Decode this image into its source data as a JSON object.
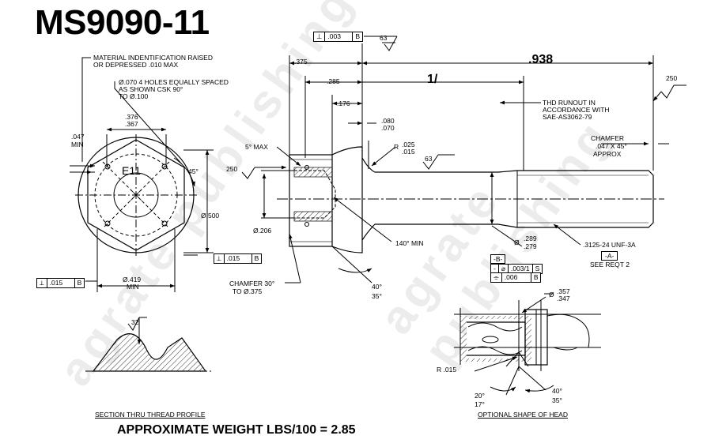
{
  "title": "MS9090-11",
  "weight_note": "APPROXIMATE WEIGHT LBS/100 = 2.85",
  "watermark": "agrate publishing",
  "end_view": {
    "material_note_1": "MATERIAL INDENTIFICATION RAISED",
    "material_note_2": "OR DEPRESSED .010 MAX",
    "holes_note_1": "Ø.070 4 HOLES EQUALLY SPACED",
    "holes_note_2": "AS SHOWN CSK 90°",
    "holes_note_3": "TO Ø.100",
    "flat_hi": ".376",
    "flat_lo": ".367",
    "edge_dim": ".047",
    "edge_min": "MIN",
    "marking": "E11",
    "angle": "45°",
    "dia_head": "Ø.500",
    "dia_min_val": "Ø.419",
    "dia_min_label": "MIN",
    "fcf_left": {
      "sym": "⟂",
      "val": ".015",
      "datum": "B"
    },
    "fcf_right": {
      "sym": "⟂",
      "val": ".015",
      "datum": "B"
    }
  },
  "side_view": {
    "fcf_top": {
      "sym": "⊥",
      "val": ".003",
      "datum": "B"
    },
    "finish_top": "63",
    "dim_375": ".375",
    "dim_285": ".285",
    "dim_176": ".176",
    "dim_080": ".080",
    "dim_070": ".070",
    "dim_938": ".938",
    "handwritten": "1/",
    "finish_250_right": "250",
    "finish_250_left": "250",
    "draft": "5° MAX",
    "radius_hi": ".025",
    "radius_lo": ".015",
    "radius_prefix": "R",
    "finish_63": "63",
    "dia_206": "Ø.206",
    "angle_140": "140° MIN",
    "chamfer_30_1": "CHAMFER 30°",
    "chamfer_30_2": "TO Ø.375",
    "angle_40": "40°",
    "angle_35": "35°",
    "thd_runout_1": "THD RUNOUT IN",
    "thd_runout_2": "ACCORDANCE WITH",
    "thd_runout_3": "SAE-AS3062-79",
    "chamfer_1": "CHAMFER",
    "chamfer_2": ".047 X 45°",
    "chamfer_3": "APPROX",
    "shank_dia_hi": ".289",
    "shank_dia_lo": ".279",
    "shank_dia_prefix": "Ø",
    "thread": ".3125-24 UNF-3A",
    "datum_a": "-A-",
    "see_req": "SEE REQT 2",
    "datum_b": "-B-",
    "fcf_pos_1": {
      "sym": "⌀",
      "val": ".003/1",
      "mod": "S"
    },
    "fcf_pos_2": {
      "sym": "⌯",
      "val": ".006",
      "datum": "B"
    },
    "fcf_pos_1_lead": "-"
  },
  "thread_section": {
    "finish": "32",
    "caption": "SECTION THRU THREAD PROFILE"
  },
  "optional_head": {
    "dia_hi": ".357",
    "dia_lo": ".347",
    "dia_prefix": "Ø",
    "radius": "R .015",
    "angle_20": "20°",
    "angle_17": "17°",
    "angle_40": "40°",
    "angle_35": "35°",
    "caption": "OPTIONAL SHAPE OF HEAD"
  }
}
